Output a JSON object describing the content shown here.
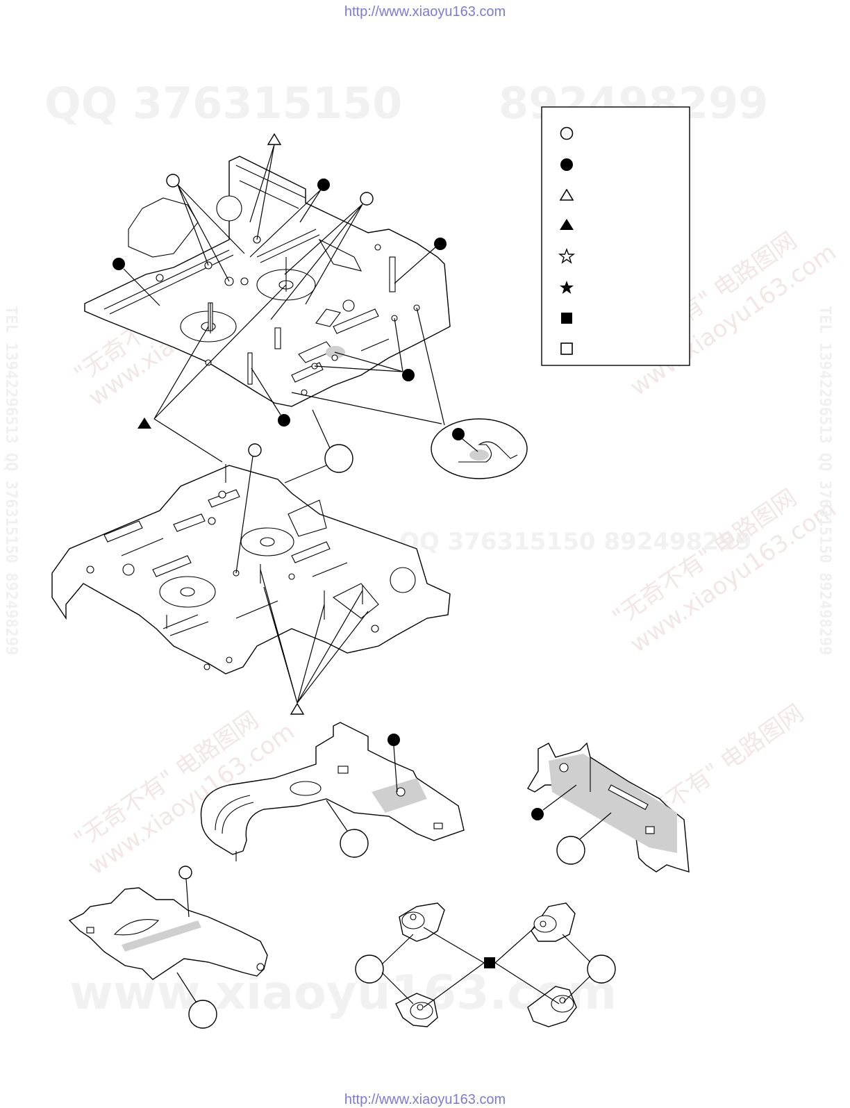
{
  "header_url": "http://www.xiaoyu163.com",
  "footer_url": "http://www.xiaoyu163.com",
  "watermarks": {
    "qq_line": "QQ 376315150",
    "qq_number": "892498299",
    "site_cn": "\"无奇不有\" 电路图网",
    "site_url": "www.xiaoyu163.com",
    "mid_line": "QQ 376315150   892498299",
    "bottom_url": "www.xiaoyu163.com",
    "side_left": "TEL 13942296513  QQ 376315150  892498299",
    "side_right": "TEL 13942296513  QQ 376315150  892498299"
  },
  "legend": {
    "symbols": [
      {
        "icon": "open-circle-icon"
      },
      {
        "icon": "filled-circle-icon"
      },
      {
        "icon": "open-triangle-icon"
      },
      {
        "icon": "filled-triangle-icon"
      },
      {
        "icon": "open-star-icon"
      },
      {
        "icon": "filled-star-icon"
      },
      {
        "icon": "filled-square-icon"
      },
      {
        "icon": "open-square-icon"
      }
    ]
  },
  "colors": {
    "line": "#000000",
    "shade": "#cfcfcf",
    "url": "#7b7bd4",
    "watermark": "#f1f1f1"
  }
}
